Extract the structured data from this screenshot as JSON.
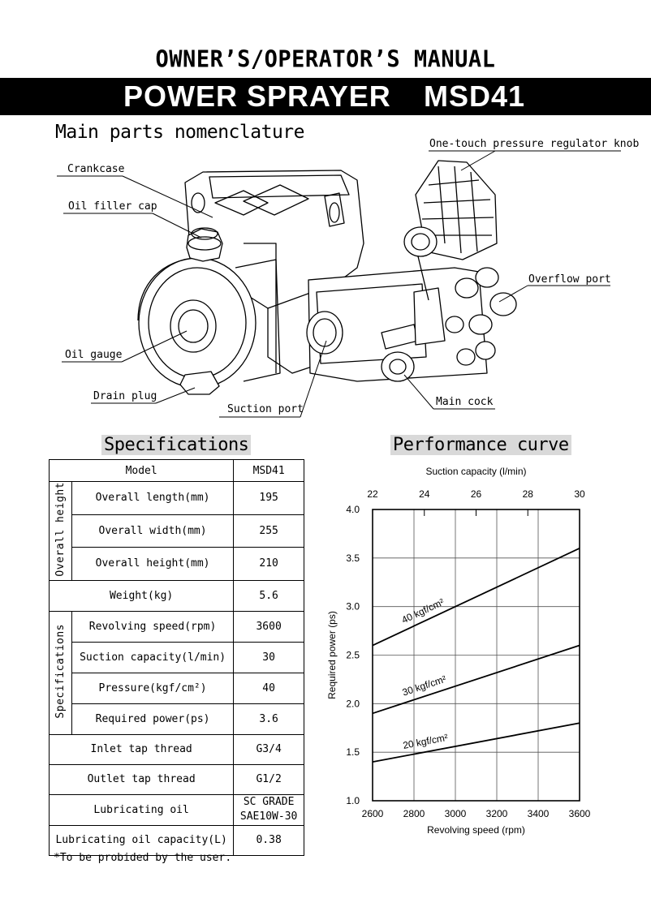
{
  "header": {
    "title": "OWNER’S/OPERATOR’S MANUAL",
    "product": "POWER SPRAYER",
    "model": "MSD41"
  },
  "parts": {
    "heading": "Main parts nomenclature",
    "labels": {
      "crankcase": "Crankcase",
      "oil_filler_cap": "Oil filler cap",
      "oil_gauge": "Oil gauge",
      "drain_plug": "Drain plug",
      "suction_port": "Suction port",
      "main_cock": "Main cock",
      "overflow_port": "Overflow port",
      "regulator_knob": "One-touch pressure regulator knob"
    }
  },
  "specs": {
    "heading": "Specifications",
    "model_label": "Model",
    "model_value": "MSD41",
    "group_overall": "Overall height",
    "group_specs": "Specifications",
    "rows": {
      "length": {
        "label": "Overall length(mm)",
        "value": "195"
      },
      "width": {
        "label": "Overall width(mm)",
        "value": "255"
      },
      "height": {
        "label": "Overall height(mm)",
        "value": "210"
      },
      "weight": {
        "label": "Weight(kg)",
        "value": "5.6"
      },
      "speed": {
        "label": "Revolving speed(rpm)",
        "value": "3600"
      },
      "suction": {
        "label": "Suction capacity(l/min)",
        "value": "30"
      },
      "pressure": {
        "label": "Pressure(kgf/cm²)",
        "value": "40"
      },
      "power": {
        "label": "Required power(ps)",
        "value": "3.6"
      },
      "inlet": {
        "label": "Inlet tap thread",
        "value": "G3/4"
      },
      "outlet": {
        "label": "Outlet tap thread",
        "value": "G1/2"
      },
      "oil": {
        "label": "Lubricating oil",
        "value_line1": "SC GRADE",
        "value_line2": "SAE10W-30"
      },
      "oil_capacity": {
        "label": "Lubricating oil capacity(L)",
        "value": "0.38"
      }
    },
    "footnote": "*To be probided by the user."
  },
  "chart_data": {
    "type": "line",
    "title": "Performance curve",
    "xlabel": "Revolving speed (rpm)",
    "x2label": "Suction capacity (l/min)",
    "ylabel": "Required power (ps)",
    "xlim": [
      2600,
      3600
    ],
    "ylim": [
      1.0,
      4.0
    ],
    "x2lim": [
      22,
      30
    ],
    "xticks": [
      2600,
      2800,
      3000,
      3200,
      3400,
      3600
    ],
    "x2ticks": [
      22,
      24,
      26,
      28,
      30
    ],
    "yticks": [
      "1.0",
      "1.5",
      "2.0",
      "2.5",
      "3.0",
      "3.5",
      "4.0"
    ],
    "grid": true,
    "series": [
      {
        "name": "40 kgf/cm²",
        "x": [
          2600,
          3600
        ],
        "y": [
          2.6,
          3.6
        ]
      },
      {
        "name": "30 kgf/cm²",
        "x": [
          2600,
          3600
        ],
        "y": [
          1.9,
          2.6
        ]
      },
      {
        "name": "20 kgf/cm²",
        "x": [
          2600,
          3600
        ],
        "y": [
          1.4,
          1.8
        ]
      }
    ]
  }
}
